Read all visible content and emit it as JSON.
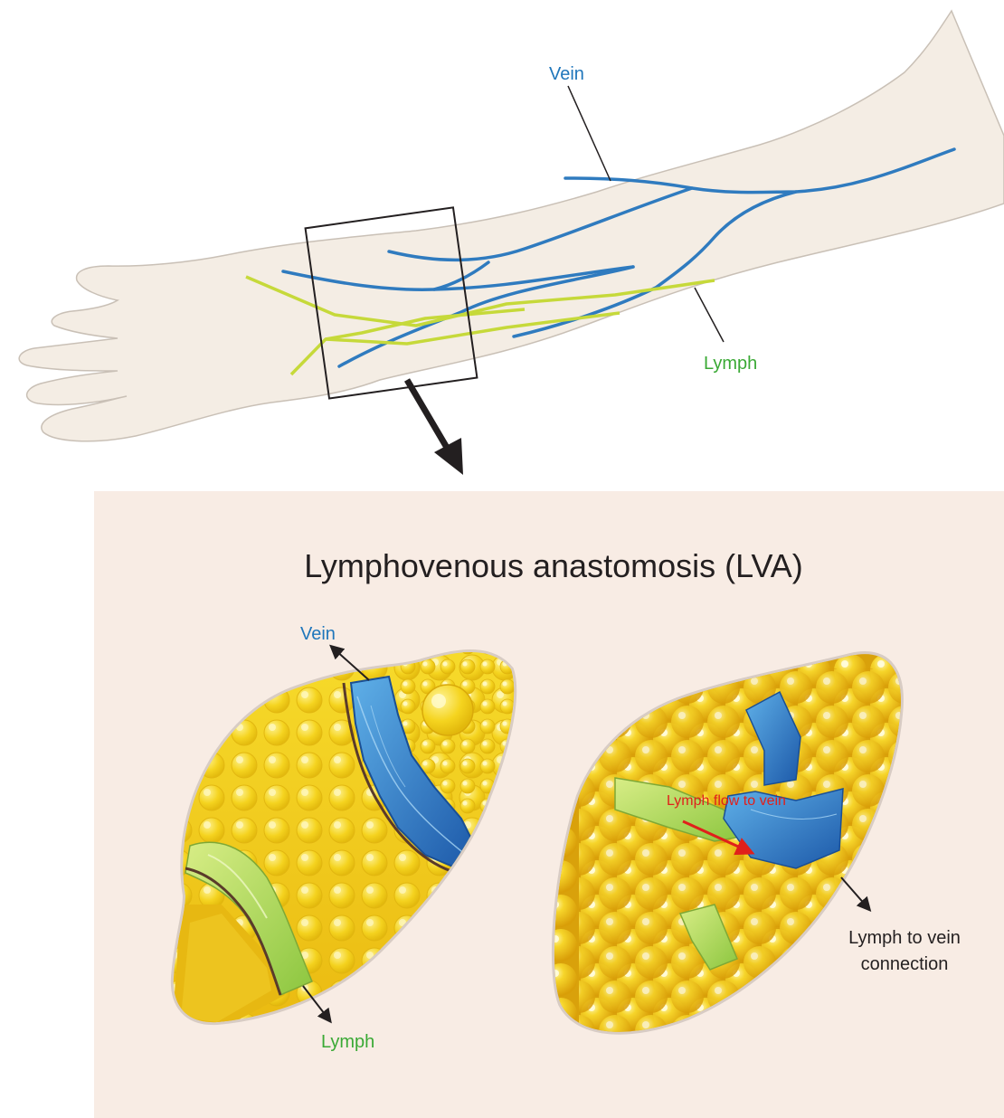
{
  "arm_labels": {
    "vein": "Vein",
    "lymph": "Lymph"
  },
  "panel": {
    "title": "Lymphovenous anastomosis (LVA)",
    "left_detail": {
      "vein": "Vein",
      "lymph": "Lymph"
    },
    "right_detail": {
      "flow": "Lymph flow to vein",
      "connection_line1": "Lymph to vein",
      "connection_line2": "connection"
    }
  },
  "colors": {
    "vein": "#2f7bbf",
    "lymph": "#c6d93a",
    "vein_label": "#1f76bb",
    "lymph_label": "#3aa935",
    "flow_label": "#e0201b",
    "skin": "#f4ede4",
    "panel_bg": "#f8ece4",
    "fat": "#f0cf1c"
  }
}
